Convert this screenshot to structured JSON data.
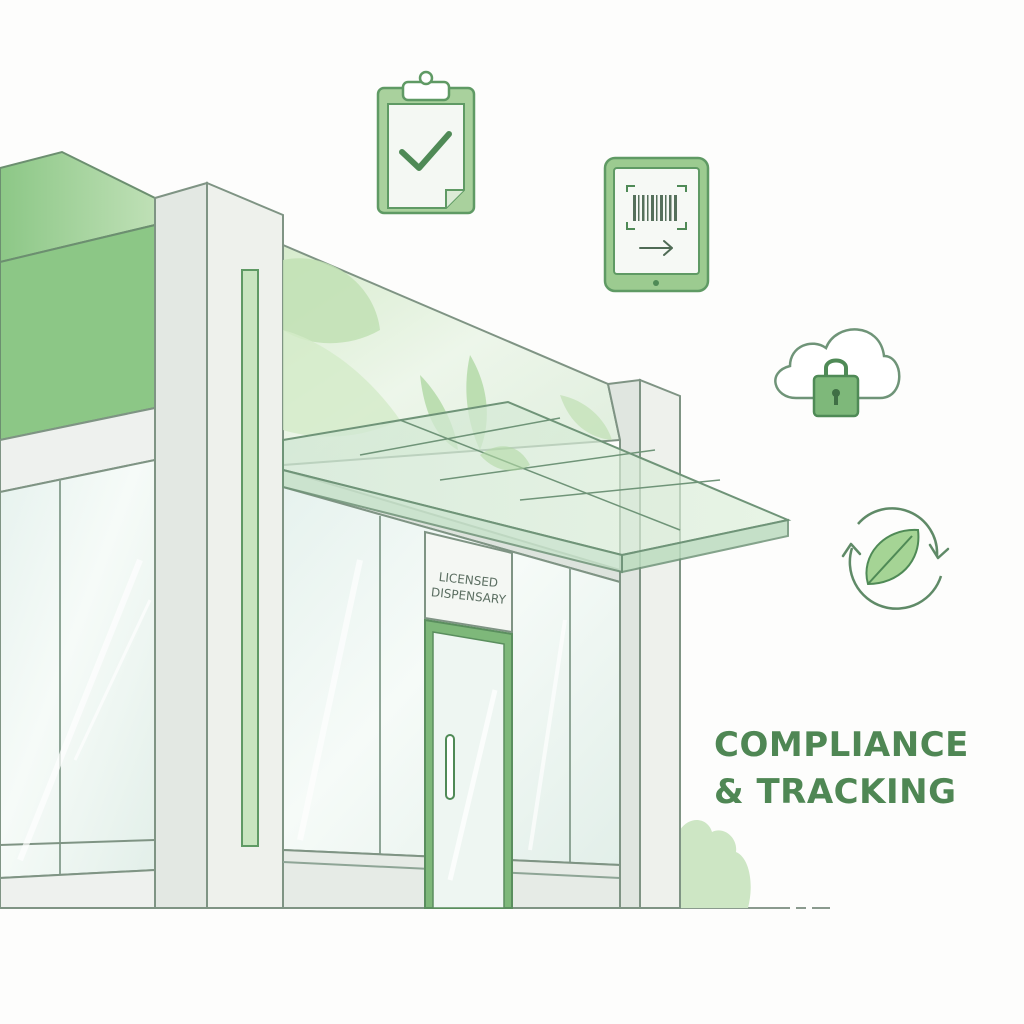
{
  "colors": {
    "primary_green": "#5f9a64",
    "light_green": "#b9dcb0",
    "dark_green": "#4f8a56",
    "text": "#4f8754",
    "wall": "#edf1ec",
    "glass": "#eaf4f0",
    "outline": "#7f9484"
  },
  "storefront": {
    "sign_line_1": "LICENSED",
    "sign_line_2": "DISPENSARY"
  },
  "icons": [
    {
      "name": "clipboard-check-icon"
    },
    {
      "name": "tablet-barcode-scanner-icon"
    },
    {
      "name": "cloud-lock-icon"
    },
    {
      "name": "leaf-cycle-icon"
    }
  ],
  "headline": {
    "line_1": "COMPLIANCE",
    "line_2": "& TRACKING"
  }
}
